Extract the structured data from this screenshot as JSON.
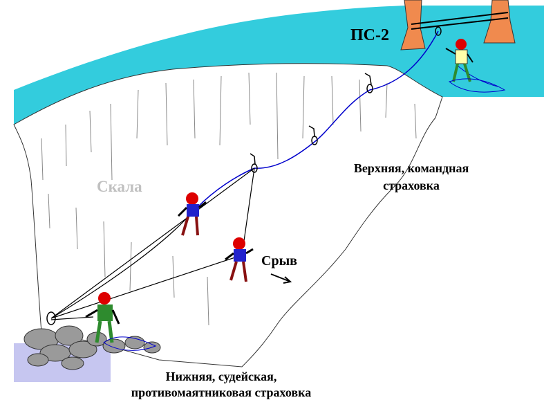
{
  "labels": {
    "station": "ПС-2",
    "rock": "Скала",
    "fall": "Срыв",
    "upper_belay": [
      "Верхняя,  командная",
      "страховка"
    ],
    "lower_belay": [
      "Нижняя, судейская,",
      "противомаятниковая страховка"
    ]
  },
  "colors": {
    "water": "#33ccdd",
    "rock_face": "#ffffff",
    "ledge": "#c6c6f0",
    "boulder": "#9a9a9a",
    "tree": "#f08a4e",
    "rope_upper": "#0000cc",
    "rope_lower": "#000000",
    "helmet": "#dd0000",
    "jacket": "#2222cc",
    "pants": "#881111",
    "belayer_green": "#2e8b2e",
    "station_climber_top": "#ffffaa"
  },
  "icons": {
    "carabiner": "carabiner-icon",
    "climber": "climber-figure",
    "arrow": "fall-direction-arrow"
  }
}
